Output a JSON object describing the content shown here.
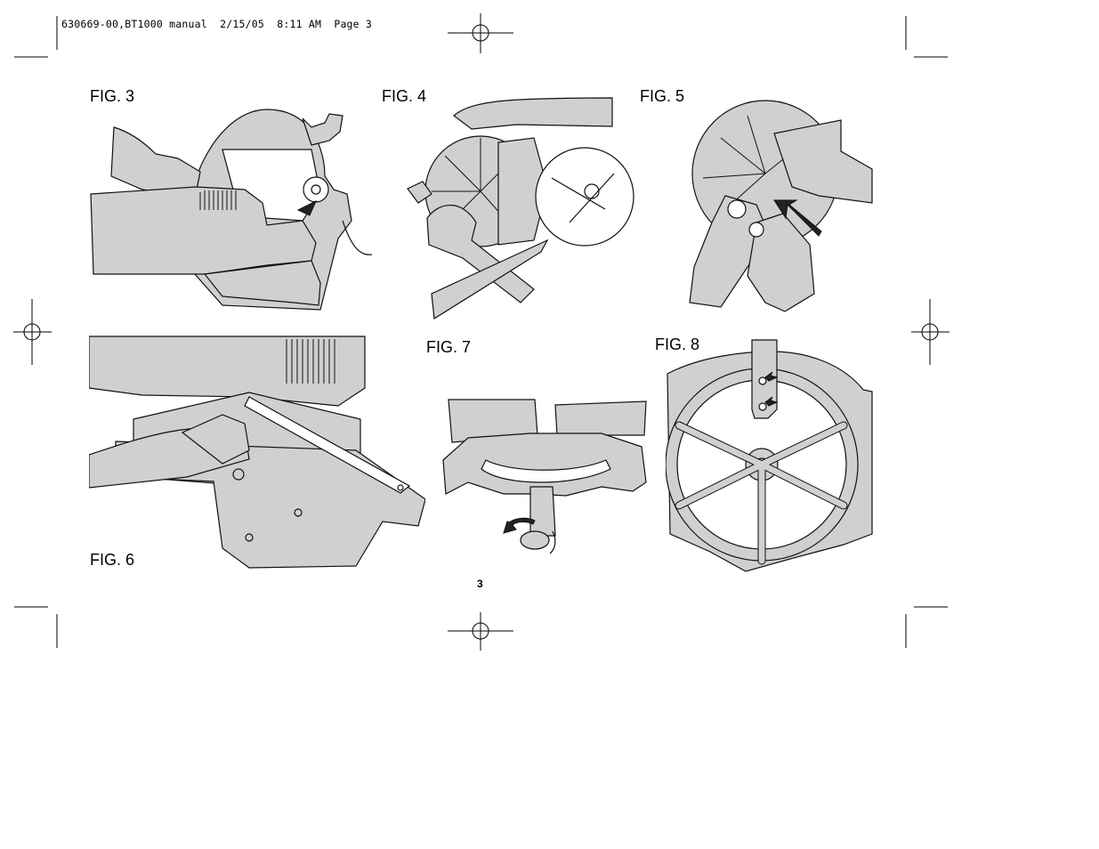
{
  "slug_line": "630669-00,BT1000 manual  2/15/05  8:11 AM  Page 3",
  "figures": {
    "fig3": "FIG. 3",
    "fig4": "FIG. 4",
    "fig5": "FIG. 5",
    "fig6": "FIG. 6",
    "fig7": "FIG. 7",
    "fig8": "FIG. 8"
  },
  "page_number": "3"
}
